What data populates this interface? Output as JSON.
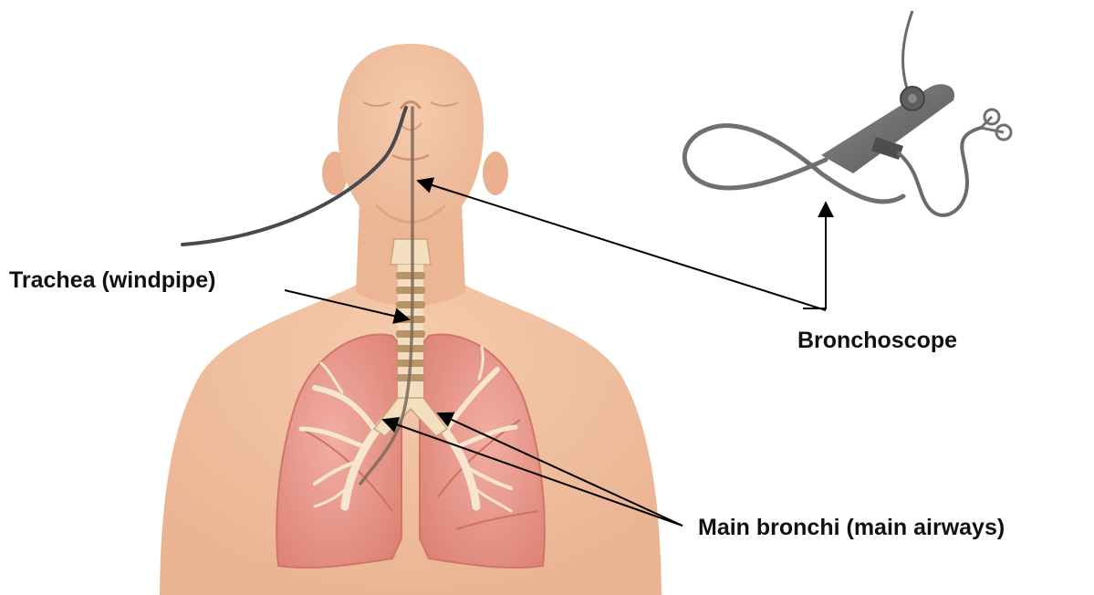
{
  "labels": {
    "trachea": "Trachea (windpipe)",
    "bronchoscope": "Bronchoscope",
    "main_bronchi": "Main bronchi (main airways)"
  },
  "colors": {
    "background": "#ffffff",
    "skin": "#f2c3a3",
    "skin_shadow": "#e8ae8c",
    "lung": "#eb9c90",
    "lung_dark": "#d9796d",
    "airway": "#f3dfc0",
    "airway_ring": "#b8946a",
    "scope": "#6d6d6d",
    "arrow": "#000000",
    "text": "#111111"
  },
  "icons": [
    "human-torso-illustration",
    "lungs-illustration",
    "bronchoscope-device-illustration"
  ]
}
